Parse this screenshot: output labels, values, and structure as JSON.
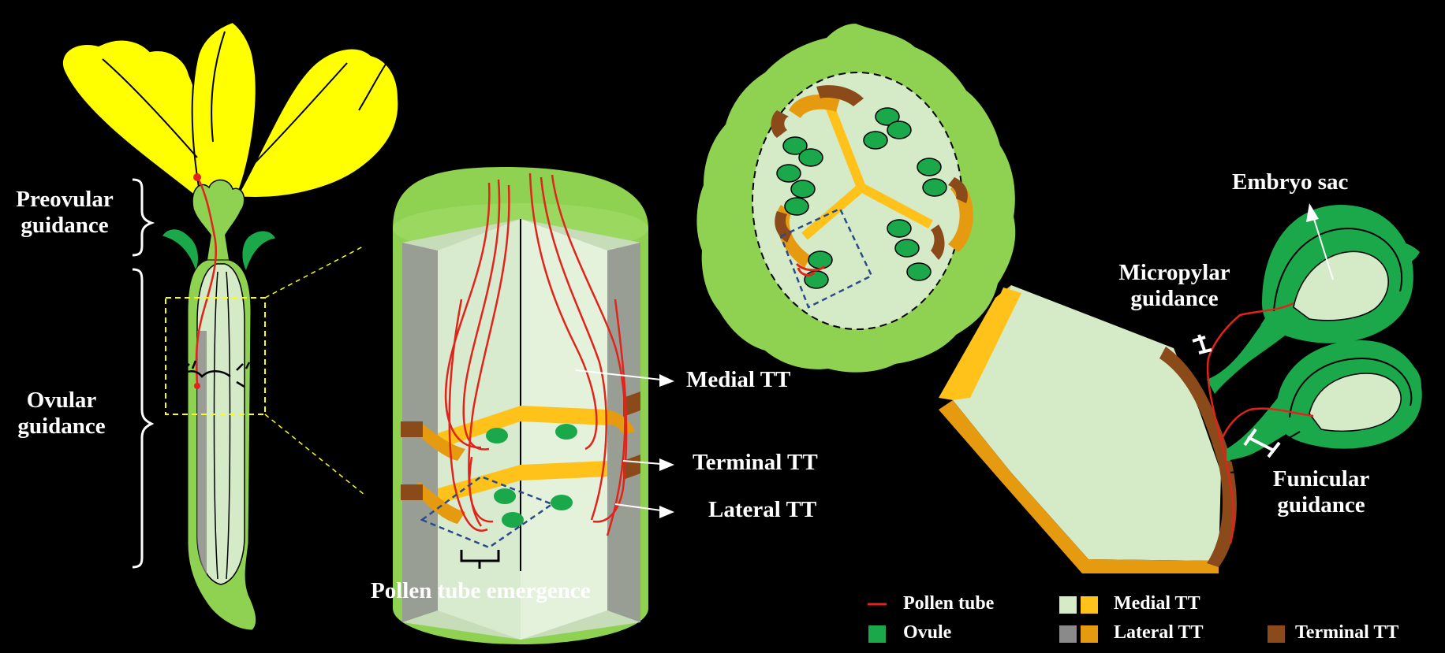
{
  "labels": {
    "preovular_1": "Preovular",
    "preovular_2": "guidance",
    "ovular_1": "Ovular",
    "ovular_2": "guidance",
    "medial_tt": "Medial TT",
    "terminal_tt": "Terminal TT",
    "lateral_tt": "Lateral TT",
    "pollen_tube_emergence": "Pollen tube emergence",
    "embryo_sac": "Embryo sac",
    "micropylar_1": "Micropylar",
    "micropylar_2": "guidance",
    "funicular_1": "Funicular",
    "funicular_2": "guidance"
  },
  "legend": {
    "pollen_tube": "Pollen tube",
    "ovule": "Ovule",
    "medial_tt": "Medial TT",
    "lateral_tt": "Lateral TT",
    "terminal_tt": "Terminal TT"
  },
  "colors": {
    "background": "#000000",
    "petal": "#ffff00",
    "tissue_green": "#8fd150",
    "pale_green": "#d5ebc8",
    "ovule": "#1aa84a",
    "pollen_tube": "#e0241b",
    "medial_tt": "#ffc21a",
    "lateral_tt": "#e59a10",
    "lateral_tt_gray": "#8a8a8a",
    "terminal_tt": "#8b4a1a",
    "box_yellow": "#ffff00",
    "box_blue": "#2b4a8a"
  }
}
